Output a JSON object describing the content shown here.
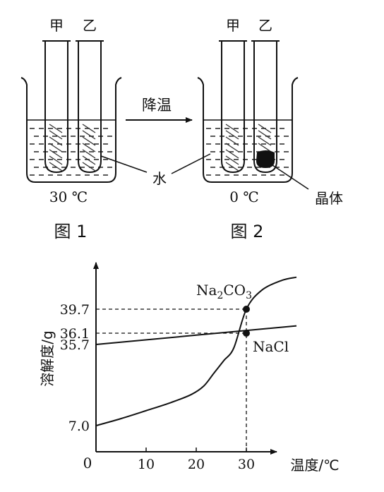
{
  "figure1": {
    "tube_a_label": "甲",
    "tube_b_label": "乙",
    "temperature": "30 ℃",
    "caption": "图 1"
  },
  "figure2": {
    "tube_a_label": "甲",
    "tube_b_label": "乙",
    "temperature": "0 ℃",
    "crystal_label": "晶体",
    "caption": "图 2"
  },
  "process": {
    "arrow_label": "降温",
    "water_label": "水"
  },
  "chart_data": {
    "type": "line",
    "ylabel": "溶解度/g",
    "xlabel": "温度/℃",
    "origin_label": "0",
    "x_ticks": [
      10,
      20,
      30
    ],
    "y_ticks": [
      "7.0",
      "35.7",
      "36.1",
      "39.7"
    ],
    "series": [
      {
        "name": "Na2CO3",
        "label_main": "Na",
        "label_sub": "2",
        "label_mid": "CO",
        "label_sub2": "3",
        "points": [
          [
            0,
            7.0
          ],
          [
            5,
            9.5
          ],
          [
            10,
            12.3
          ],
          [
            15,
            15.2
          ],
          [
            19,
            18.0
          ],
          [
            21.5,
            21.0
          ],
          [
            23.5,
            25.5
          ],
          [
            25.5,
            30.0
          ],
          [
            27.5,
            34.5
          ],
          [
            30,
            39.7
          ],
          [
            33,
            42.5
          ],
          [
            37,
            44.0
          ],
          [
            40,
            44.5
          ]
        ]
      },
      {
        "name": "NaCl",
        "label": "NaCl",
        "points": [
          [
            0,
            35.7
          ],
          [
            40,
            37.2
          ]
        ]
      }
    ],
    "marked_points": [
      {
        "x": 30,
        "y": 39.7
      },
      {
        "x": 30,
        "y": 36.1
      }
    ],
    "xlim": [
      0,
      40
    ],
    "ylim": [
      0,
      45
    ]
  }
}
